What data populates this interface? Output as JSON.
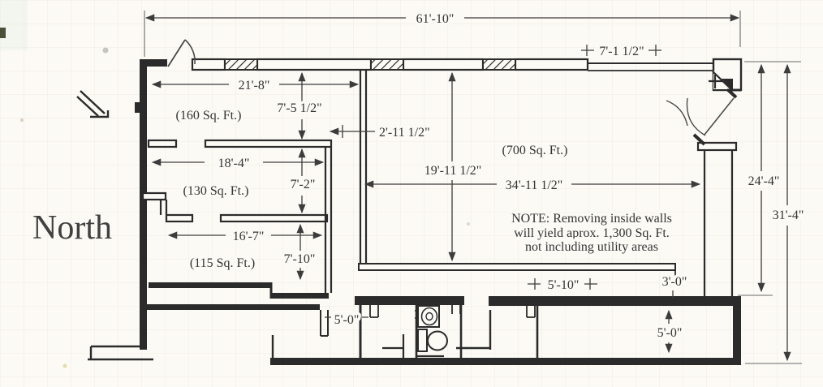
{
  "plan": {
    "north_label": "North",
    "note": {
      "line1": "NOTE:  Removing inside walls",
      "line2": "will yield aprox. 1,300 Sq. Ft.",
      "line3": "not including utility areas"
    },
    "rooms": {
      "r160": "(160 Sq. Ft.)",
      "r130": "(130 Sq. Ft.)",
      "r700": "(700 Sq. Ft.)",
      "r115": "(115 Sq. Ft.)"
    },
    "dims": {
      "overall_width": "61'-10\"",
      "entry_width": "7'-1 1/2\"",
      "d21_8": "21'-8\"",
      "d7_5_half": "7'-5 1/2\"",
      "d2_11_half": "2'-11 1/2\"",
      "d18_4": "18'-4\"",
      "d7_2": "7'-2\"",
      "d19_11_half": "19'-11 1/2\"",
      "d34_11_half": "34'-11 1/2\"",
      "d24_4": "24'-4\"",
      "d31_4": "31'-4\"",
      "d16_7": "16'-7\"",
      "d7_10": "7'-10\"",
      "d5_10": "5'-10\"",
      "d3_0": "3'-0\"",
      "d5_0_hall": "5'-0\"",
      "d5_0_room": "5'-0\""
    },
    "colors": {
      "ink": "#2b2b2b",
      "paper": "#fbfaf5",
      "grid": "#eddcd6"
    }
  }
}
